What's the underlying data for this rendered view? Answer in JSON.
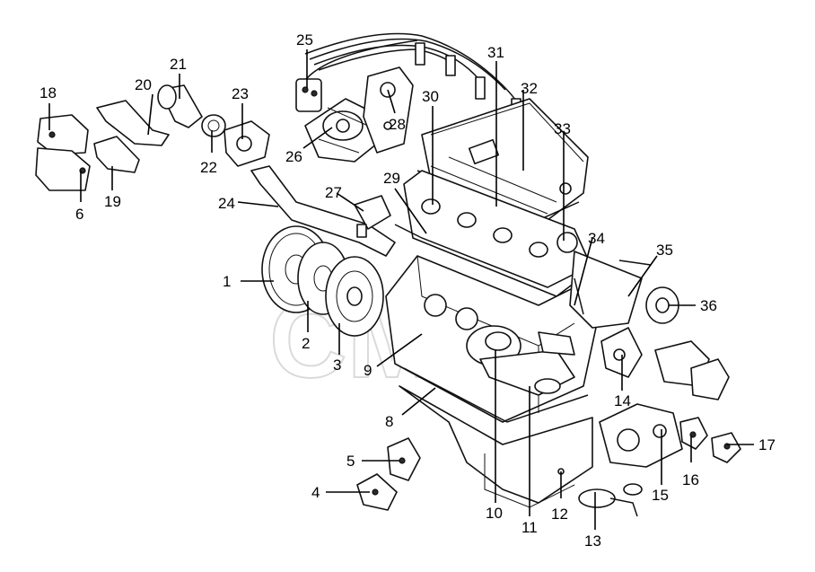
{
  "diagram": {
    "callouts": [
      {
        "id": "1",
        "label": "1"
      },
      {
        "id": "2",
        "label": "2"
      },
      {
        "id": "3",
        "label": "3"
      },
      {
        "id": "4",
        "label": "4"
      },
      {
        "id": "5",
        "label": "5"
      },
      {
        "id": "6",
        "label": "6"
      },
      {
        "id": "8",
        "label": "8"
      },
      {
        "id": "9",
        "label": "9"
      },
      {
        "id": "10",
        "label": "10"
      },
      {
        "id": "11",
        "label": "11"
      },
      {
        "id": "12",
        "label": "12"
      },
      {
        "id": "13",
        "label": "13"
      },
      {
        "id": "14",
        "label": "14"
      },
      {
        "id": "15",
        "label": "15"
      },
      {
        "id": "16",
        "label": "16"
      },
      {
        "id": "17",
        "label": "17"
      },
      {
        "id": "18",
        "label": "18"
      },
      {
        "id": "19",
        "label": "19"
      },
      {
        "id": "20",
        "label": "20"
      },
      {
        "id": "21",
        "label": "21"
      },
      {
        "id": "22",
        "label": "22"
      },
      {
        "id": "23",
        "label": "23"
      },
      {
        "id": "24",
        "label": "24"
      },
      {
        "id": "25",
        "label": "25"
      },
      {
        "id": "26",
        "label": "26"
      },
      {
        "id": "27",
        "label": "27"
      },
      {
        "id": "28",
        "label": "28"
      },
      {
        "id": "29",
        "label": "29"
      },
      {
        "id": "30",
        "label": "30"
      },
      {
        "id": "31",
        "label": "31"
      },
      {
        "id": "32",
        "label": "32"
      },
      {
        "id": "33",
        "label": "33"
      },
      {
        "id": "34",
        "label": "34"
      },
      {
        "id": "35",
        "label": "35"
      },
      {
        "id": "36",
        "label": "36"
      }
    ],
    "watermark_text": "CMS",
    "colors": {
      "line": "#111111",
      "background": "#ffffff",
      "watermark": "#bdbdbd"
    }
  }
}
